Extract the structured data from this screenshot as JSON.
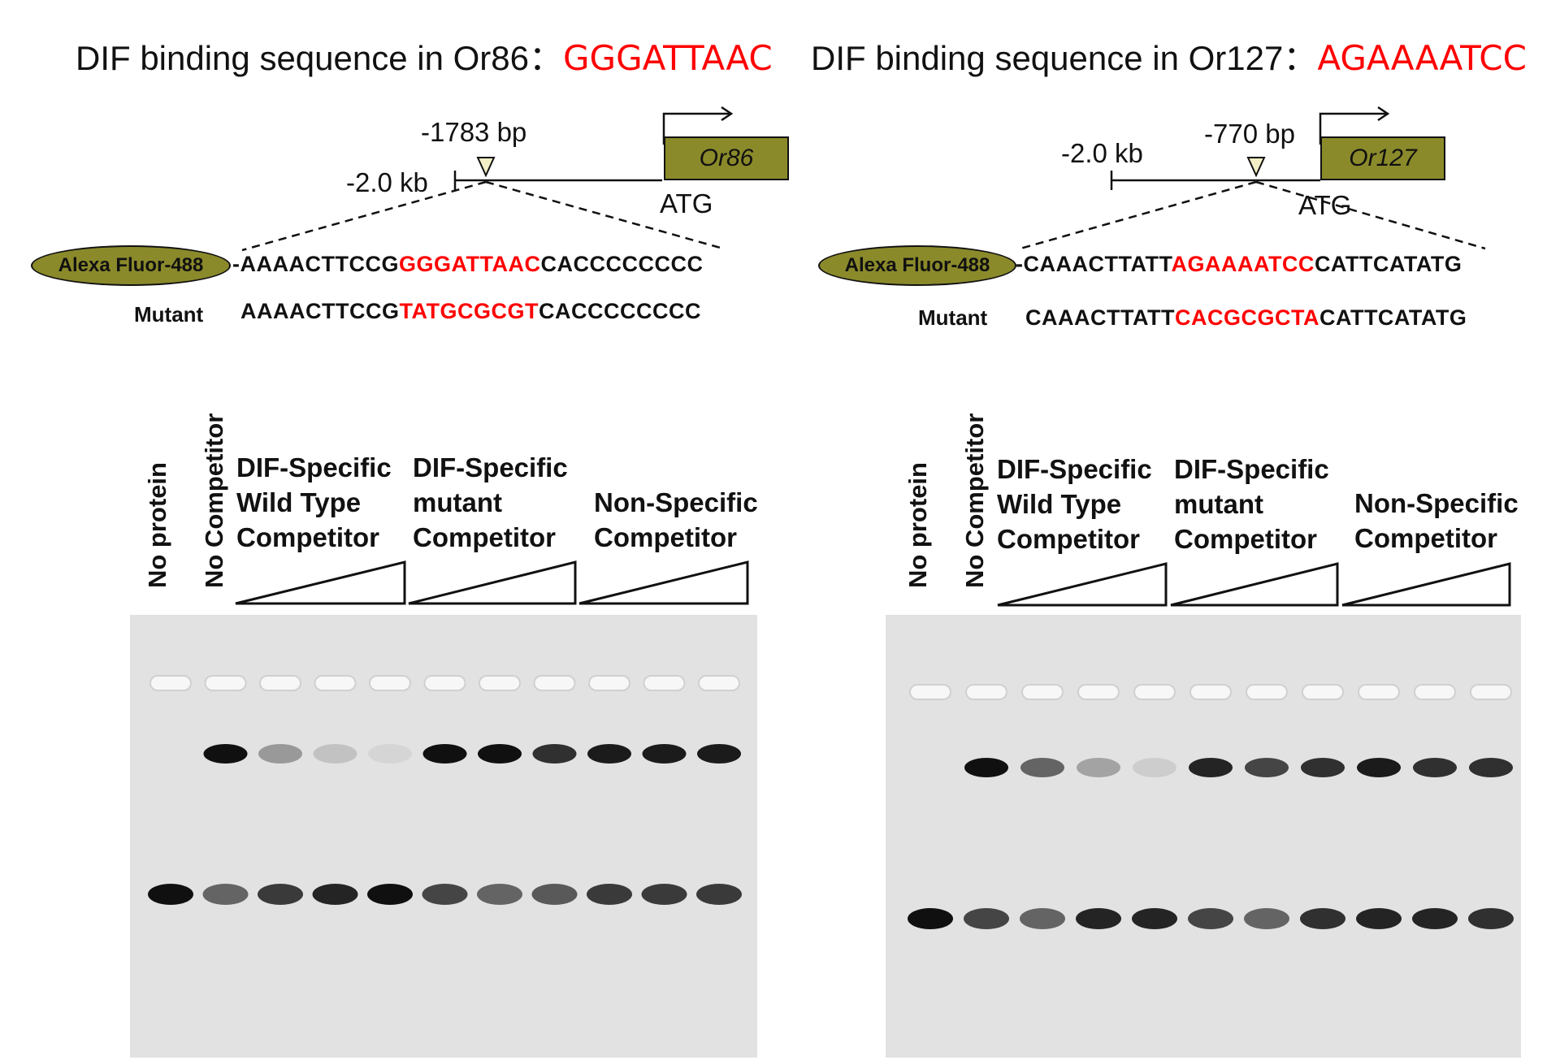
{
  "header": {
    "left": {
      "text": "DIF binding sequence in Or86：",
      "sequence": "GGGATTAAC"
    },
    "right": {
      "text": "DIF binding sequence in Or127：",
      "sequence": "AGAAAATCC"
    }
  },
  "left_panel": {
    "gene": "Or86",
    "site_label": "-1783 bp",
    "start_label": "-2.0 kb",
    "atg_label": "ATG",
    "fluor_label": "Alexa Fluor-488",
    "wt_prefix": "-AAAACTTCCG",
    "wt_site": "GGGATTAAC",
    "wt_suffix": "CACCCCCCCC",
    "mutant_label": "Mutant",
    "mut_prefix": "AAAACTTCCG",
    "mut_site": "TATGCGCGT",
    "mut_suffix": "CACCCCCCCC",
    "lane_labels": [
      "No protein",
      "No Competitor"
    ],
    "groups": [
      [
        "DIF-Specific",
        "Wild Type",
        "Competitor"
      ],
      [
        "DIF-Specific",
        "mutant",
        "Competitor"
      ],
      [
        "Non-Specific",
        "Competitor"
      ]
    ]
  },
  "right_panel": {
    "gene": "Or127",
    "site_label": "-770 bp",
    "start_label": "-2.0 kb",
    "atg_label": "ATG",
    "fluor_label": "Alexa Fluor-488",
    "wt_prefix": "-CAAACTTATT",
    "wt_site": "AGAAAATCC",
    "wt_suffix": "CATTCATATG",
    "mutant_label": "Mutant",
    "mut_prefix": "CAAACTTATT",
    "mut_site": "CACGCGCTA",
    "mut_suffix": "CATTCATATG",
    "lane_labels": [
      "No protein",
      "No Competitor"
    ],
    "groups": [
      [
        "DIF-Specific",
        "Wild Type",
        "Competitor"
      ],
      [
        "DIF-Specific",
        "mutant",
        "Competitor"
      ],
      [
        "Non-Specific",
        "Competitor"
      ]
    ]
  },
  "gels": {
    "left": {
      "shifted_band_intensity": [
        0,
        1.0,
        0.35,
        0.15,
        0.06,
        1.0,
        1.0,
        0.85,
        0.95,
        0.95,
        0.95
      ],
      "free_probe_intensity": [
        1.0,
        0.6,
        0.8,
        0.9,
        1.0,
        0.75,
        0.6,
        0.65,
        0.8,
        0.8,
        0.8
      ]
    },
    "right": {
      "shifted_band_intensity": [
        0,
        1.0,
        0.6,
        0.3,
        0.1,
        0.9,
        0.75,
        0.85,
        0.95,
        0.85,
        0.85
      ],
      "free_probe_intensity": [
        1.0,
        0.75,
        0.6,
        0.9,
        0.9,
        0.75,
        0.6,
        0.85,
        0.9,
        0.9,
        0.85
      ]
    }
  },
  "colors": {
    "accent_red": "#ff0000",
    "gene_fill": "#8b8a2b",
    "gel_bg": "#e2e2e2",
    "band": "#101010"
  }
}
